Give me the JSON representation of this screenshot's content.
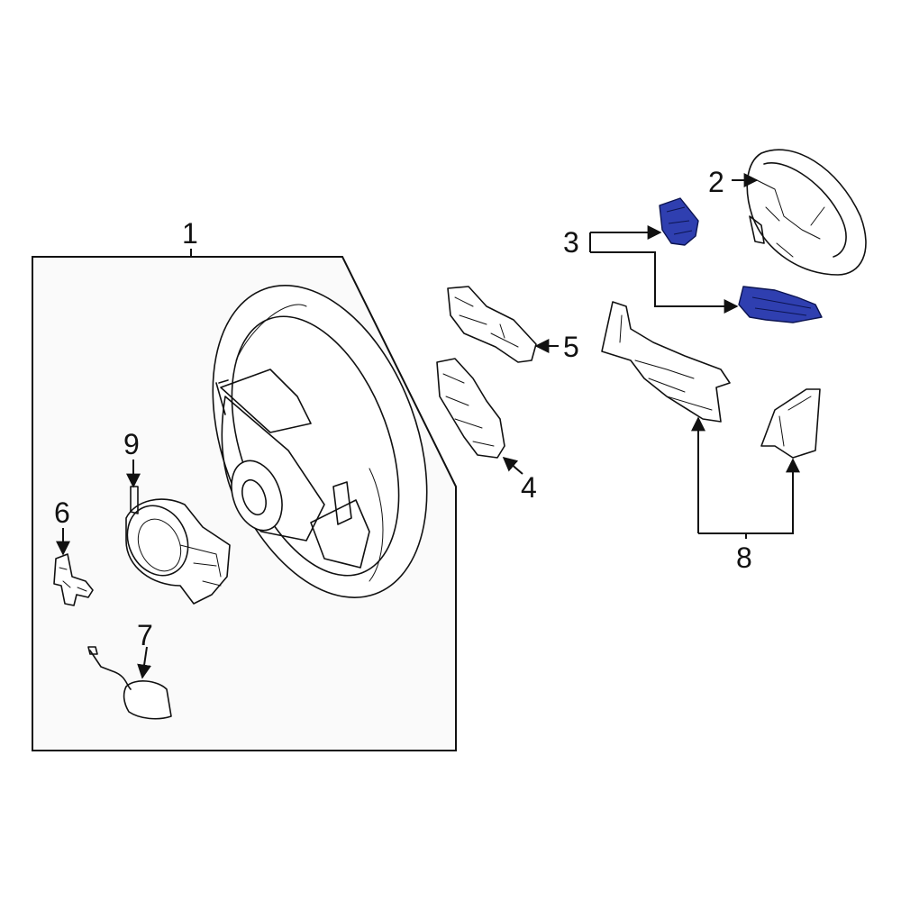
{
  "diagram": {
    "callouts": [
      "1",
      "2",
      "3",
      "4",
      "5",
      "6",
      "7",
      "8",
      "9"
    ]
  },
  "colors": {
    "line": "#111111",
    "highlight": "#2f3fb0",
    "background": "#ffffff",
    "inset_background": "#fafafa"
  }
}
